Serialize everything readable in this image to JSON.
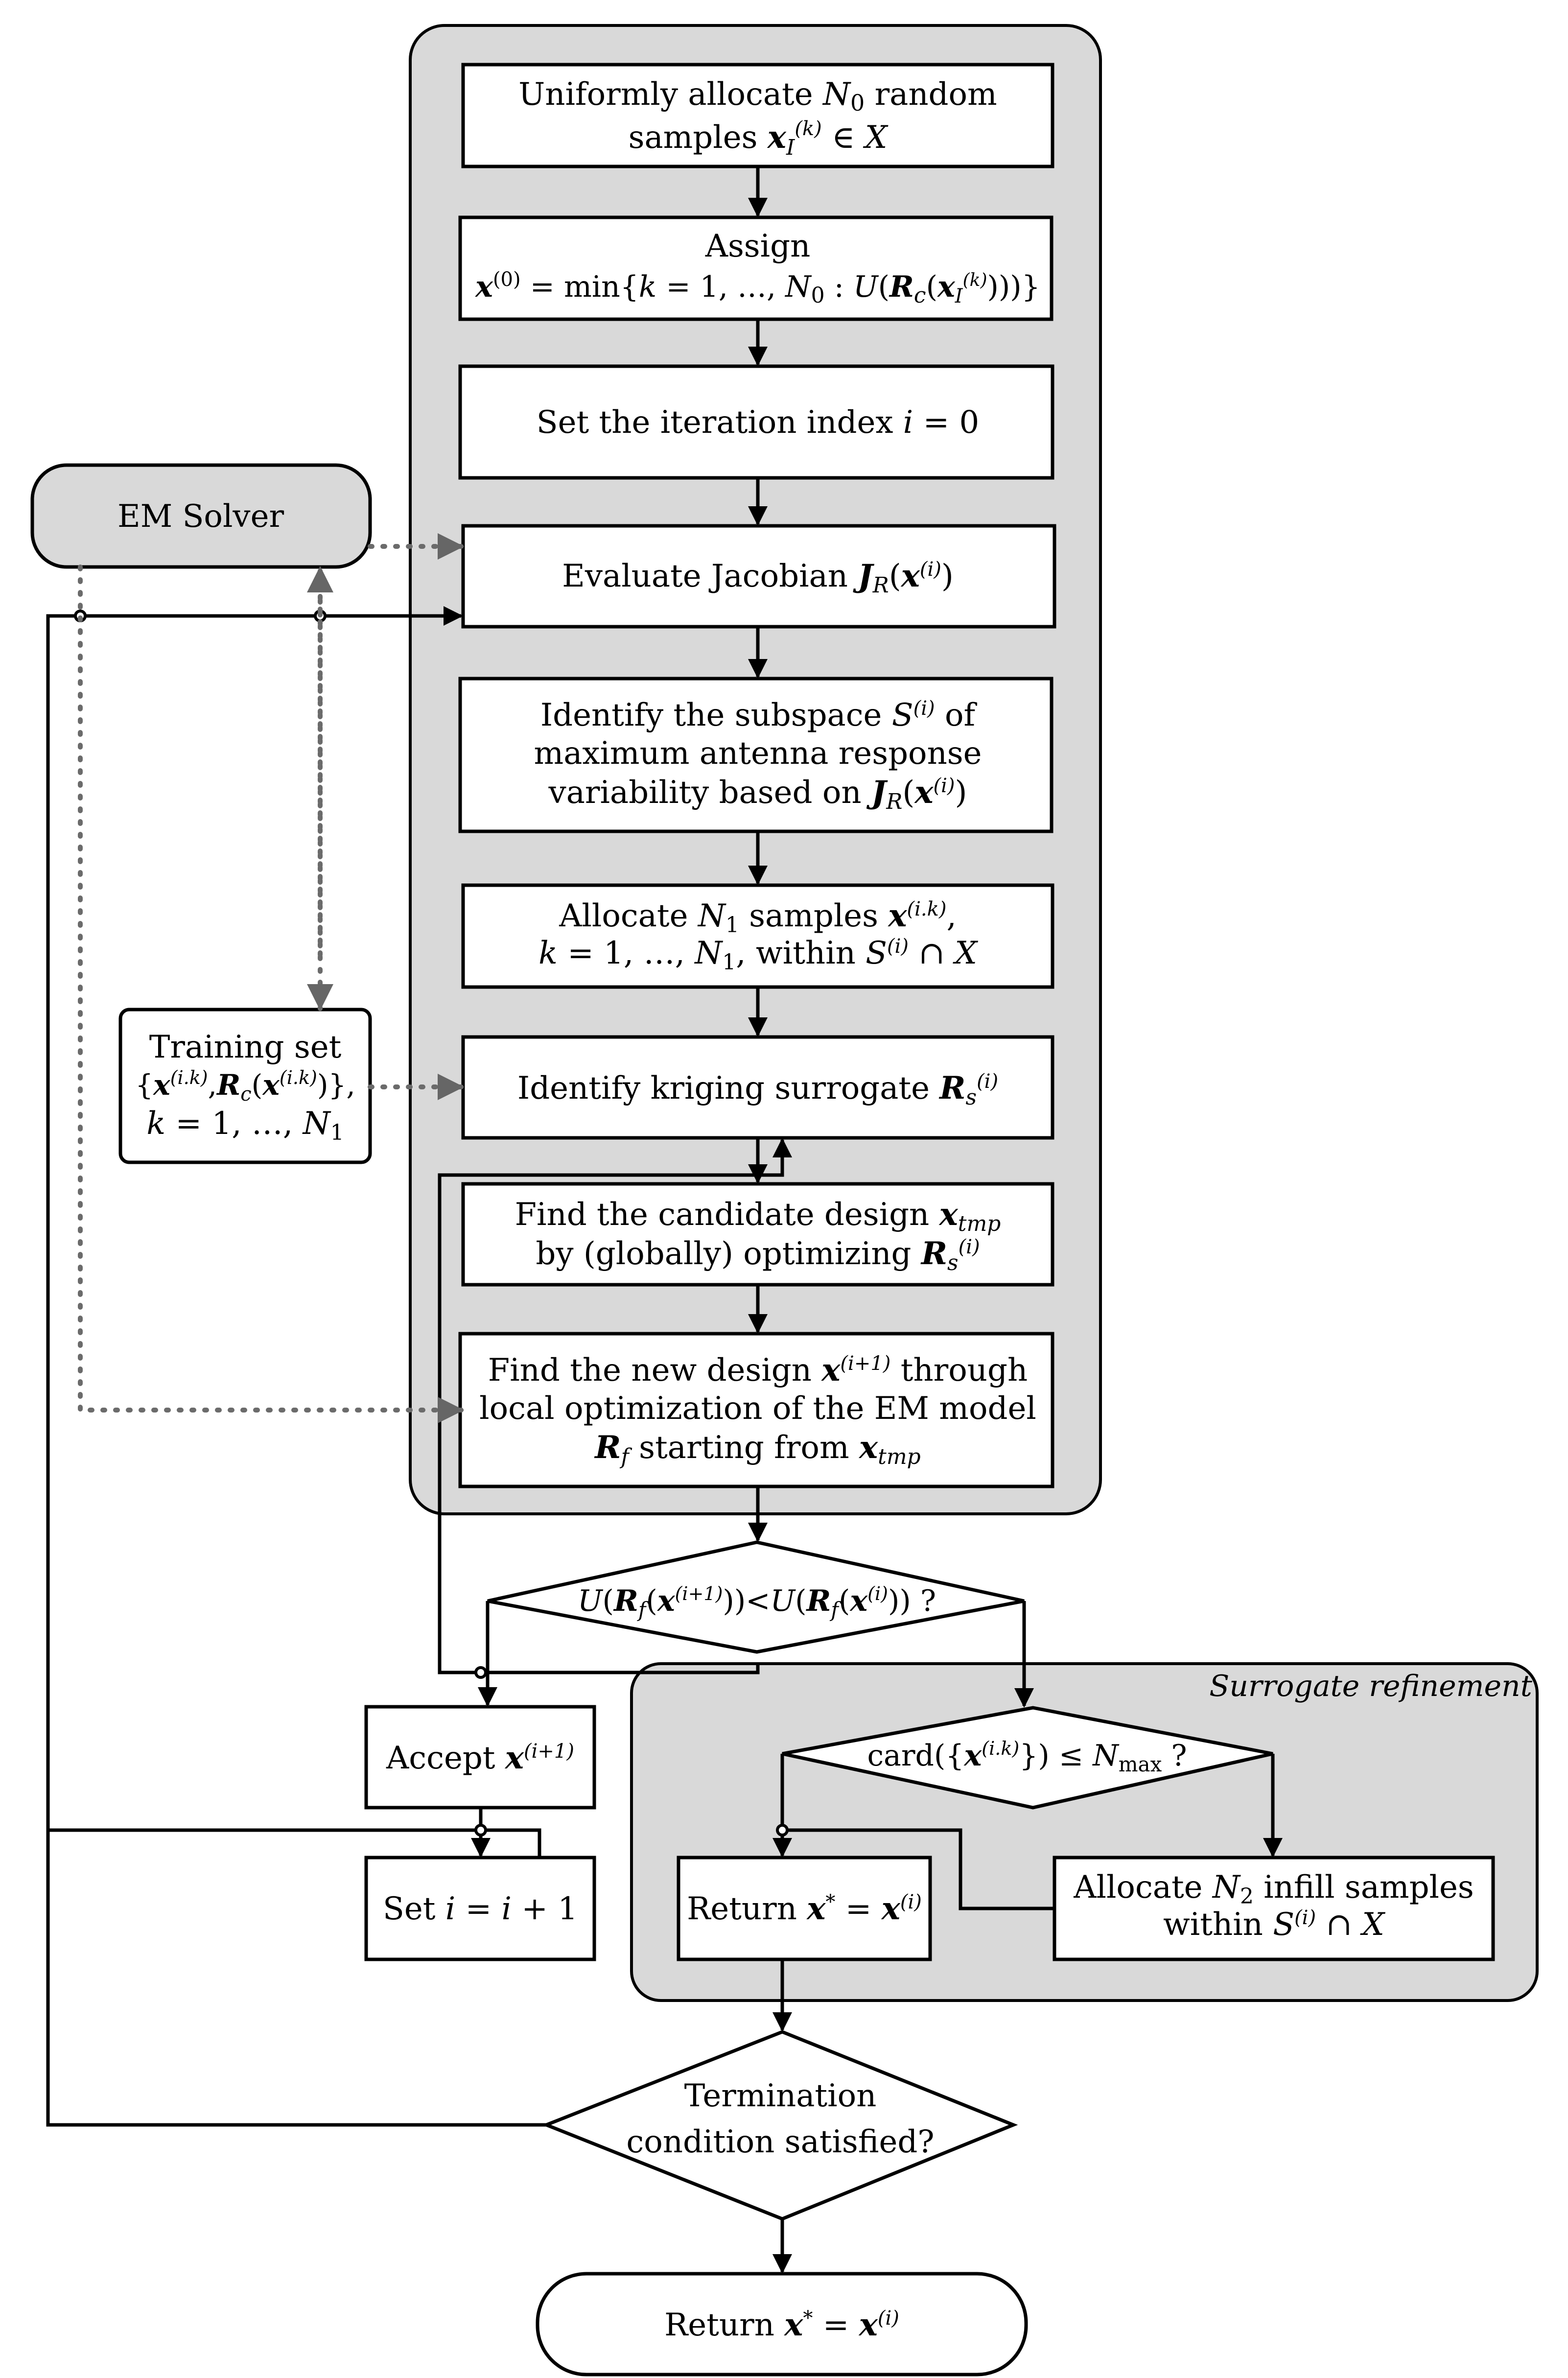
{
  "nodes": {
    "allocate_n0": {
      "line1": "Uniformly allocate",
      "n": "N",
      "n_sub": "0",
      "line1_end": "random",
      "line2": "samples",
      "x": "x",
      "x_sub": "I",
      "x_sup": "(k)",
      "in_set": "∈",
      "set": "X"
    },
    "assign_x0": {
      "line1": "Assign",
      "x": "x",
      "x_sup": "(0)",
      "eq": "= min{",
      "k": "k",
      "eq2": "= 1, …,",
      "n": "N",
      "n_sub": "0",
      "colon": ":",
      "u": "U",
      "paren_open": "(",
      "r": "R",
      "r_sub": "c",
      "paren2": "(",
      "xi": "x",
      "xi_sub": "I",
      "xi_sup": "(k)",
      "close": ")))}"
    },
    "set_iteration": {
      "text": "Set the iteration index",
      "i": "i",
      "eq": "= 0"
    },
    "em_solver": {
      "label": "EM Solver"
    },
    "evaluate_jacobian": {
      "text": "Evaluate Jacobian",
      "j": "J",
      "j_sub": "R",
      "open": "(",
      "x": "x",
      "x_sup": "(i)",
      "close": ")"
    },
    "identify_subspace": {
      "line1": "Identify the subspace",
      "s": "S",
      "s_sup": "(i)",
      "line1_end": "of",
      "line2": "maximum antenna response",
      "line3": "variability based on",
      "j": "J",
      "j_sub": "R",
      "open": "(",
      "x": "x",
      "x_sup": "(i)",
      "close": ")"
    },
    "allocate_n1": {
      "line1": "Allocate",
      "n": "N",
      "n_sub": "1",
      "line1_mid": "samples",
      "x": "x",
      "x_sup": "(i.k)",
      "comma": ",",
      "k": "k",
      "line2_mid": "= 1, …,",
      "n2": "N",
      "n2_sub": "1",
      "line2_end": ", within",
      "s": "S",
      "s_sup": "(i)",
      "cap": "∩",
      "set": "X"
    },
    "training_set": {
      "line1": "Training set",
      "open": "{",
      "x": "x",
      "x_sup": "(i.k)",
      "comma": ",",
      "r": "R",
      "r_sub": "c",
      "p": "(",
      "x2": "x",
      "x2_sup": "(i.k)",
      "close": ")},",
      "k": "k",
      "line3_mid": "= 1, …,",
      "n": "N",
      "n_sub": "1"
    },
    "identify_kriging": {
      "text": "Identify kriging surrogate",
      "r": "R",
      "r_sub": "s",
      "r_sup": "(i)"
    },
    "find_candidate": {
      "line1": "Find the candidate design",
      "x": "x",
      "x_sub": "tmp",
      "line2": "by (globally) optimizing",
      "r": "R",
      "r_sub": "s",
      "r_sup": "(i)"
    },
    "find_new_design": {
      "line1": "Find the new design",
      "x": "x",
      "x_sup": "(i+1)",
      "line1_end": "through",
      "line2": "local optimization of the EM model",
      "r": "R",
      "r_sub": "f",
      "line3_mid": "starting from",
      "x2": "x",
      "x2_sub": "tmp"
    },
    "decision_improve": {
      "u1": "U",
      "o1": "(",
      "r1": "R",
      "r1_sub": "f",
      "p1": "(",
      "x1": "x",
      "x1_sup": "(i+1)",
      "mid": "))<",
      "u2": "U",
      "o2": "(",
      "r2": "R",
      "r2_sub": "f",
      "p2": "(",
      "x2": "x",
      "x2_sup": "(i)",
      "end": ")) ?"
    },
    "accept": {
      "text": "Accept",
      "x": "x",
      "x_sup": "(i+1)"
    },
    "increment": {
      "text": "Set",
      "i": "i",
      "eq": "=",
      "i2": "i",
      "plus": "+ 1"
    },
    "surrogate_refinement": {
      "label": "Surrogate refinement"
    },
    "decision_card": {
      "text": "card({",
      "x": "x",
      "x_sup": "(i.k)",
      "close": "}) ≤",
      "n": "N",
      "n_sub": "max",
      "q": "?"
    },
    "return_inner": {
      "text": "Return",
      "x": "x",
      "x_sup": "*",
      "eq": "=",
      "x2": "x",
      "x2_sup": "(i)"
    },
    "allocate_n2": {
      "line1": "Allocate",
      "n": "N",
      "n_sub": "2",
      "line1_end": "infill samples",
      "line2": "within",
      "s": "S",
      "s_sup": "(i)",
      "cap": "∩",
      "set": "X"
    },
    "termination": {
      "line1": "Termination",
      "line2": "condition satisfied?"
    },
    "return_final": {
      "text": "Return",
      "x": "x",
      "x_sup": "*",
      "eq": "=",
      "x2": "x",
      "x2_sup": "(i)"
    }
  },
  "colors": {
    "panel_fill": "#d9d9d9",
    "stroke": "#000000",
    "dotted": "#6b6b6b",
    "box_fill": "#ffffff"
  }
}
